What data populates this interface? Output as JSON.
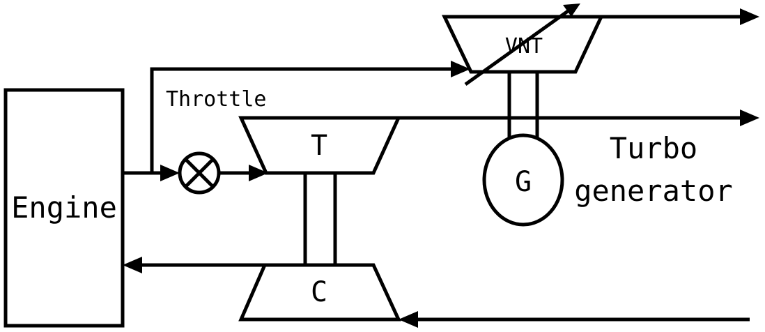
{
  "diagram": {
    "engine_label": "Engine",
    "throttle_label": "Throttle",
    "turbine_label": "T",
    "compressor_label": "C",
    "vnt_label": "VNT",
    "generator_label": "G",
    "turbo_generator_line1": "Turbo",
    "turbo_generator_line2": "generator"
  }
}
